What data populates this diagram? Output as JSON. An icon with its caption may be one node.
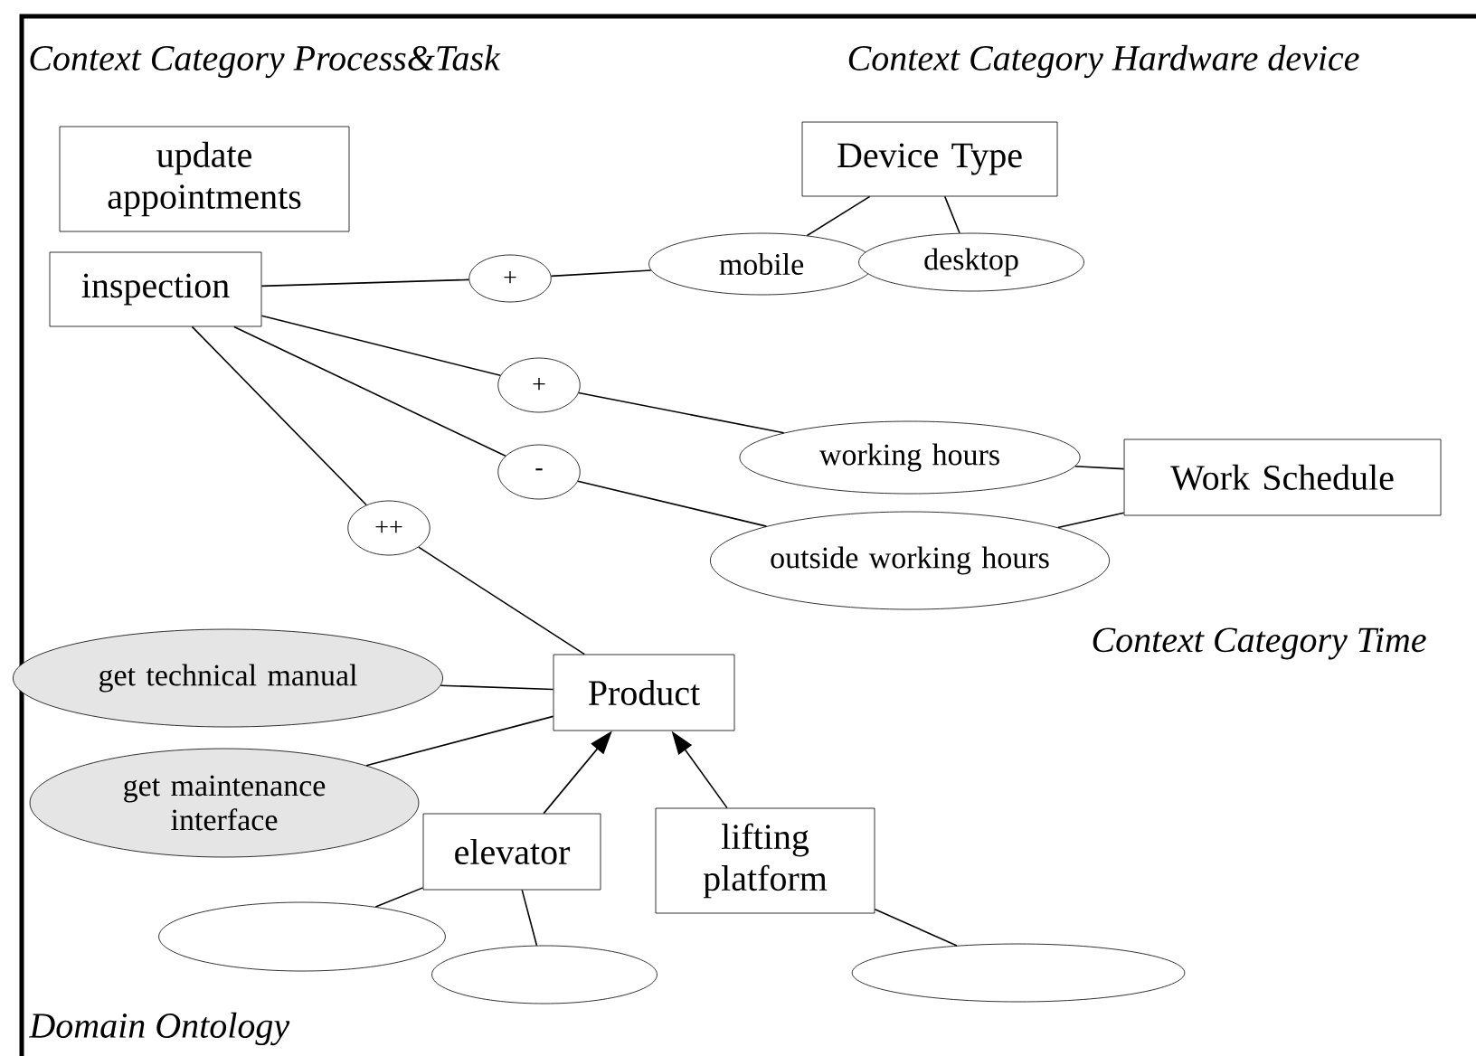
{
  "diagram": {
    "nodes": [
      {
        "text": [
          "update appointments"
        ]
      },
      {
        "text": [
          "inspection"
        ]
      },
      {
        "text": [
          "+"
        ]
      },
      {
        "text": [
          "Device Type"
        ]
      },
      {
        "text": [
          "mobile"
        ]
      },
      {
        "text": [
          "desktop"
        ]
      },
      {
        "text": [
          "+"
        ]
      },
      {
        "text": [
          "-"
        ]
      },
      {
        "text": [
          "working hours"
        ]
      },
      {
        "text": [
          "Work Schedule"
        ]
      },
      {
        "text": [
          "outside working hours"
        ]
      },
      {
        "text": [
          "++"
        ]
      },
      {
        "text": [
          "Product"
        ]
      },
      {
        "text": [
          "get technical manual"
        ]
      },
      {
        "text": [
          "get maintenance interface"
        ]
      },
      {
        "text": [
          "elevator"
        ]
      },
      {
        "text": [
          "lifting platform"
        ]
      },
      {
        "text": [],
        "shape": "ellipse"
      },
      {
        "text": [],
        "shape": "ellipse"
      },
      {
        "text": [],
        "shape": "ellipse"
      }
    ],
    "edges": [
      {
        "from": 1,
        "to": 2,
        "arrow": "none"
      },
      {
        "from": 2,
        "to": 4,
        "arrow": "none"
      },
      {
        "from": 3,
        "to": 4,
        "arrow": "none"
      },
      {
        "from": 3,
        "to": 5,
        "arrow": "none"
      },
      {
        "from": 1,
        "to": 6,
        "arrow": "none"
      },
      {
        "from": 6,
        "to": 8,
        "arrow": "none"
      },
      {
        "from": 1,
        "to": 7,
        "arrow": "none"
      },
      {
        "from": 7,
        "to": 10,
        "arrow": "none"
      },
      {
        "from": 8,
        "to": 9,
        "arrow": "none"
      },
      {
        "from": 10,
        "to": 9,
        "arrow": "none"
      },
      {
        "from": 1,
        "to": 11,
        "arrow": "none"
      },
      {
        "from": 11,
        "to": 12,
        "arrow": "none"
      },
      {
        "from": 13,
        "to": 12,
        "arrow": "none"
      },
      {
        "from": 14,
        "to": 12,
        "arrow": "none"
      },
      {
        "from": 15,
        "to": 12,
        "arrow": "to"
      },
      {
        "from": 16,
        "to": 12,
        "arrow": "to"
      },
      {
        "from": 15,
        "to": 17,
        "arrow": "none"
      },
      {
        "from": 15,
        "to": 18,
        "arrow": "none"
      },
      {
        "from": 16,
        "to": 19,
        "arrow": "none"
      }
    ],
    "labels": [
      "Context Category Process&Task",
      "Context Category Hardware device",
      "Context Category Time",
      "Domain Ontology"
    ]
  }
}
